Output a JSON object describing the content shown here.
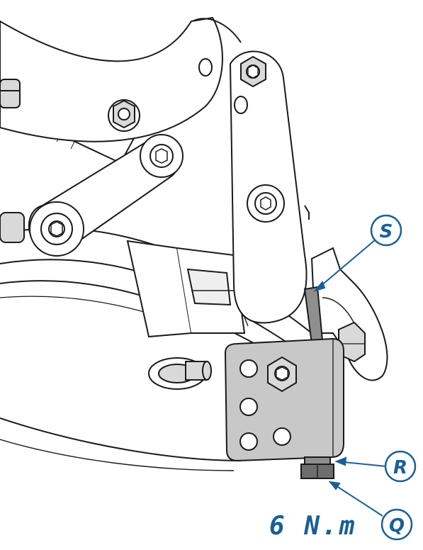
{
  "diagram": {
    "callouts": {
      "s": {
        "label": "S"
      },
      "r": {
        "label": "R"
      },
      "q": {
        "label": "Q"
      }
    },
    "torque": {
      "text": "6 N.m"
    }
  },
  "colors": {
    "accent": "#1a5f96",
    "line": "#1a1a1a",
    "plate": "#c8c8c8",
    "bolt": "#d9d9d9",
    "strap": "#8f8f8f",
    "background": "#ffffff"
  }
}
